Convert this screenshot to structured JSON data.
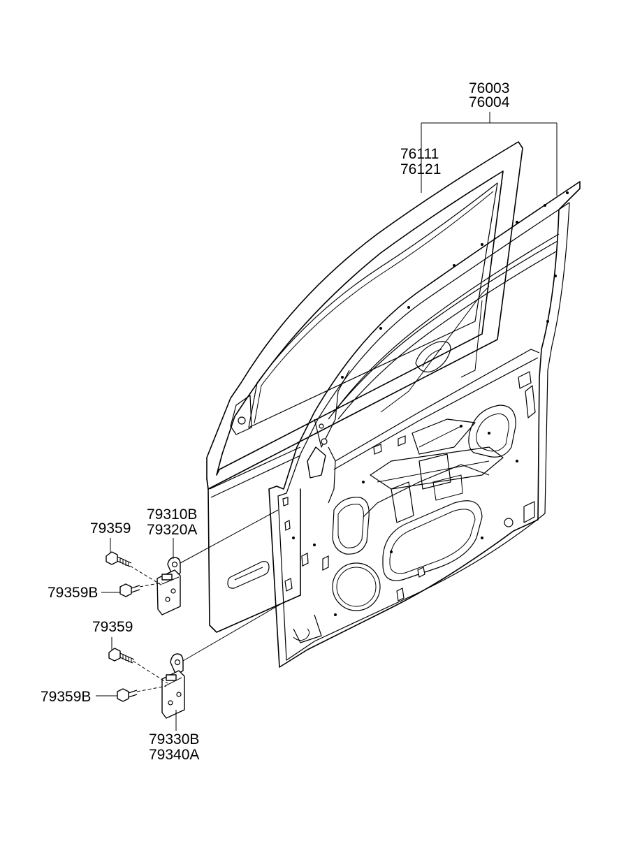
{
  "labels": {
    "door_assembly": [
      "76003",
      "76004"
    ],
    "door_panel": [
      "76111",
      "76121"
    ],
    "upper_hinge": [
      "79310B",
      "79320A"
    ],
    "lower_hinge": [
      "79330B",
      "79340A"
    ],
    "upper_bolt": "79359",
    "upper_bolt_b": "79359B",
    "lower_bolt": "79359",
    "lower_bolt_b": "79359B"
  }
}
